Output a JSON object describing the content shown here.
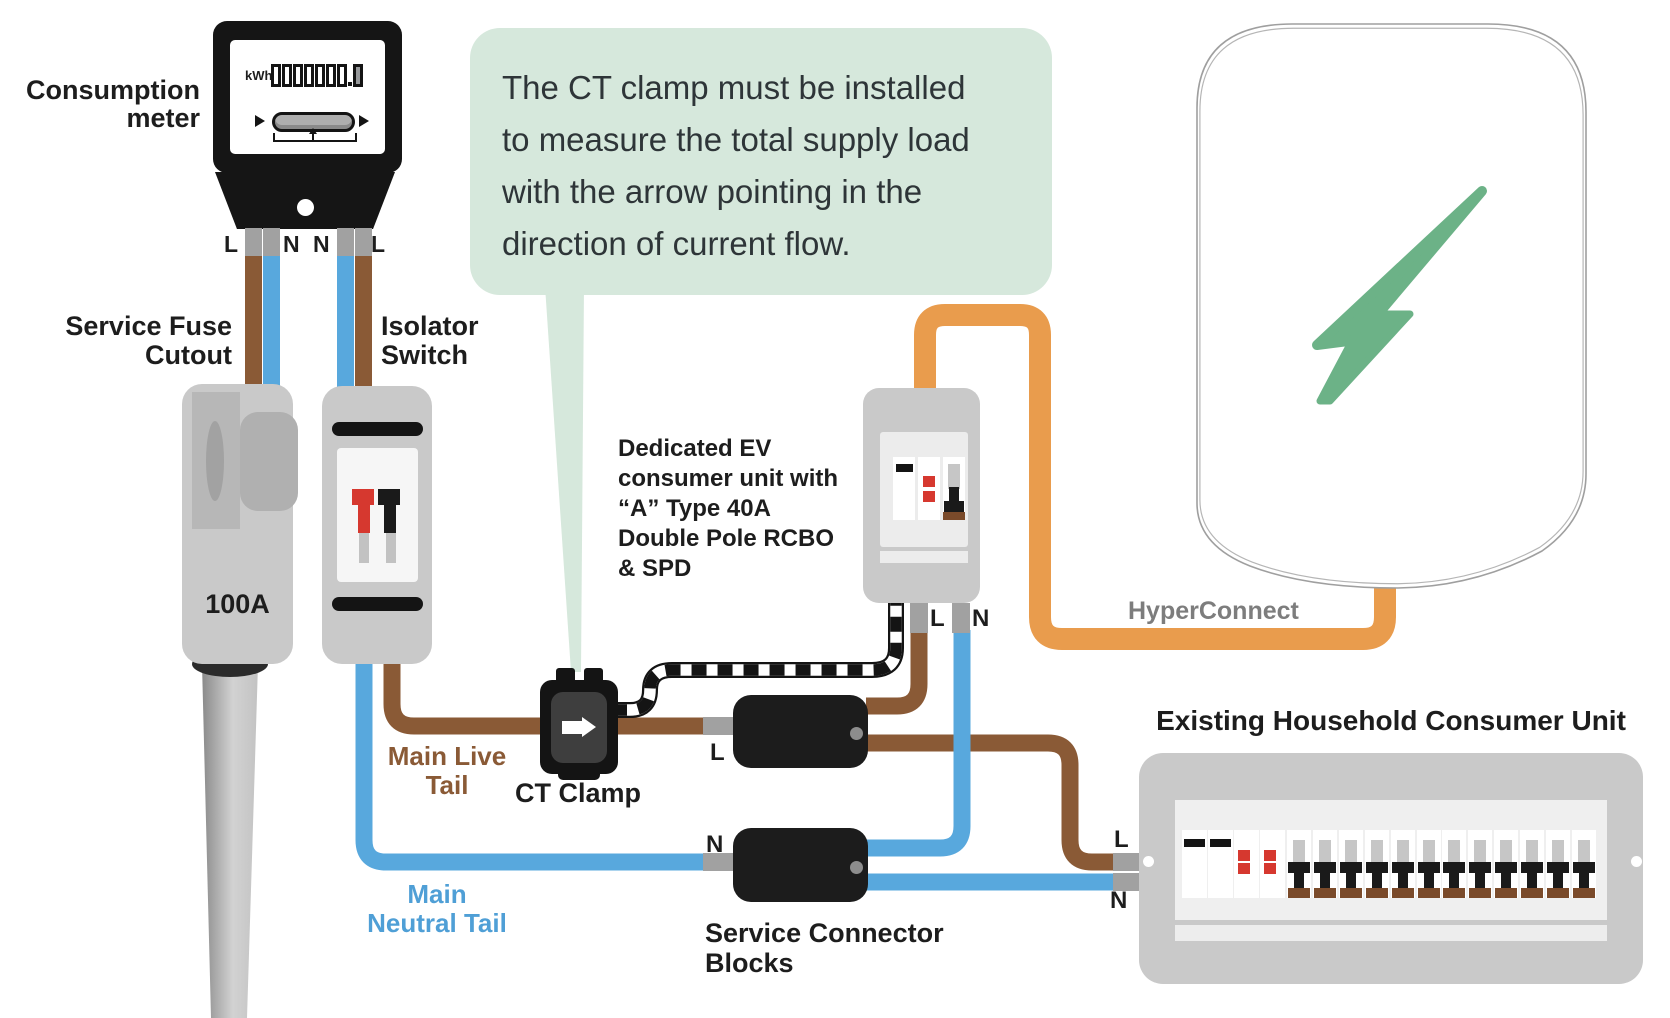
{
  "callout": {
    "lines": [
      "The CT clamp must be installed",
      "to measure the total supply load",
      "with the arrow pointing in the",
      "direction of current flow."
    ]
  },
  "meter": {
    "label": [
      "Consumption",
      "meter"
    ],
    "unit": "kWh",
    "terminals": [
      "L",
      "N",
      "N",
      "L"
    ],
    "register_cells": 7
  },
  "fuse": {
    "label": [
      "Service Fuse",
      "Cutout"
    ],
    "rating": "100A"
  },
  "isolator": {
    "label": [
      "Isolator",
      "Switch"
    ]
  },
  "ct_clamp": {
    "label": "CT Clamp"
  },
  "tails": {
    "live": [
      "Main Live",
      "Tail"
    ],
    "neutral": [
      "Main",
      "Neutral Tail"
    ]
  },
  "ev_unit": {
    "description": [
      "Dedicated EV",
      "consumer unit with",
      "“A” Type 40A",
      "Double Pole RCBO",
      "& SPD"
    ],
    "l": "L",
    "n": "N"
  },
  "blocks": {
    "label": [
      "Service Connector",
      "Blocks"
    ],
    "l": "L",
    "n": "N"
  },
  "household": {
    "title": "Existing Household Consumer Unit",
    "l": "L",
    "n": "N",
    "breakers": 12
  },
  "charger": {
    "cable": "HyperConnect"
  },
  "colors": {
    "live_brown": "#8a5a36",
    "neutral_blue": "#58a8dd",
    "hyperconnect_orange": "#e99c4d",
    "bubble_green": "#d6e8dc",
    "bolt_green": "#6cb287",
    "alert_red": "#d6382f",
    "device_gray": "#c9c9c9"
  }
}
